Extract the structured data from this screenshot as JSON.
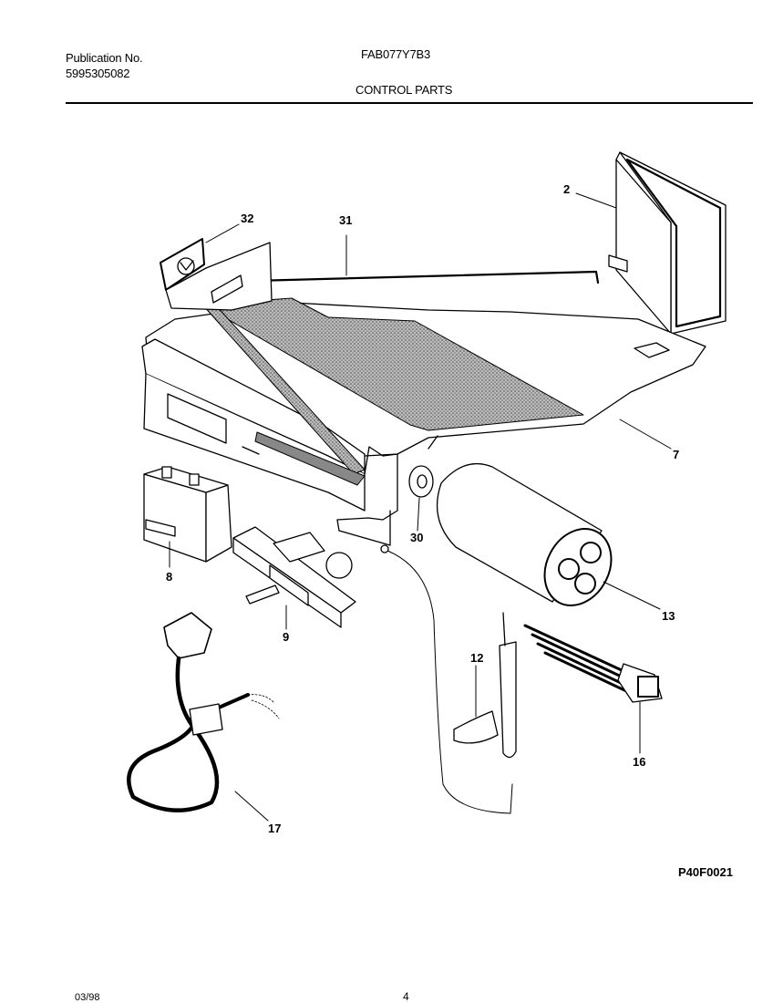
{
  "header": {
    "publication_label": "Publication No.",
    "publication_number": "5995305082",
    "model": "FAB077Y7B3",
    "section": "CONTROL PARTS"
  },
  "diagram": {
    "callouts": {
      "c2": "2",
      "c7": "7",
      "c8": "8",
      "c9": "9",
      "c12": "12",
      "c13": "13",
      "c16": "16",
      "c17": "17",
      "c30": "30",
      "c31": "31",
      "c32": "32"
    },
    "reference_code": "P40F0021"
  },
  "footer": {
    "date": "03/98",
    "page": "4"
  }
}
